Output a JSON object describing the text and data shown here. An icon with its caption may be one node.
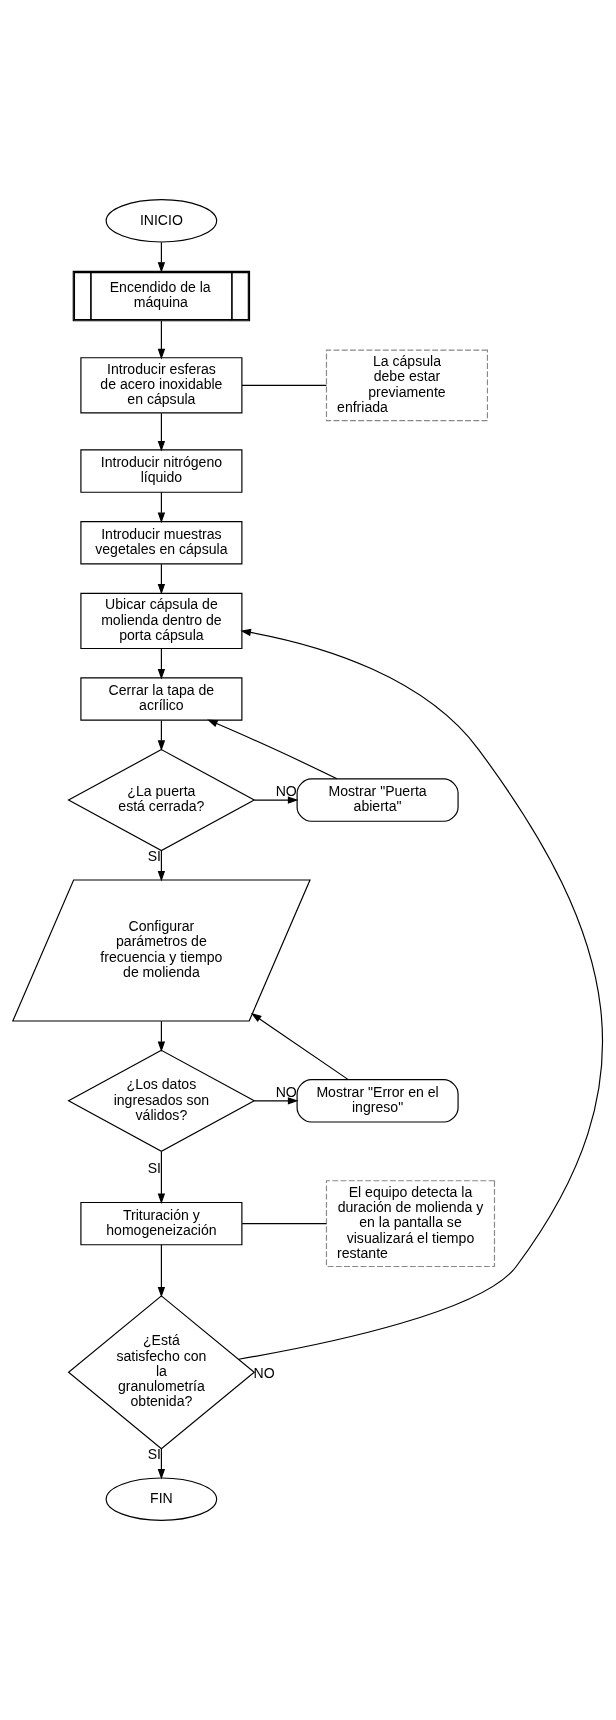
{
  "diagram": {
    "nodes": [
      {
        "text": [
          "INICIO"
        ]
      },
      {
        "text": [
          "Encendido de la máquina"
        ]
      },
      {
        "text": [
          "Introducir esferas de acero inoxidable en cápsula"
        ]
      },
      {
        "text": [
          "La cápsula debe estar previamente enfriada"
        ]
      },
      {
        "text": [
          "Introducir nitrógeno líquido"
        ]
      },
      {
        "text": [
          "Introducir muestras vegetales en cápsula"
        ]
      },
      {
        "text": [
          "Ubicar cápsula de molienda dentro de porta cápsula"
        ]
      },
      {
        "text": [
          "Cerrar la tapa de acrílico"
        ]
      },
      {
        "text": [
          "¿La puerta está cerrada?"
        ]
      },
      {
        "text": [
          "Mostrar \"Puerta abierta\""
        ]
      },
      {
        "text": [
          "Configurar parámetros de frecuencia y tiempo de molienda"
        ]
      },
      {
        "text": [
          "¿Los datos ingresados son válidos?"
        ]
      },
      {
        "text": [
          "Mostrar \"Error en el ingreso\""
        ]
      },
      {
        "text": [
          "Trituración y homogeneización"
        ]
      },
      {
        "text": [
          "El equipo detecta la duración de molienda y en la pantalla se visualizará el tiempo restante"
        ]
      },
      {
        "text": [
          "¿Está satisfecho con la granulometría obtenida?"
        ]
      },
      {
        "text": [
          "FIN"
        ]
      }
    ],
    "edges": [
      {
        "from": 0,
        "to": 1,
        "arrow": "to"
      },
      {
        "from": 1,
        "to": 2,
        "arrow": "to"
      },
      {
        "from": 2,
        "to": 3,
        "arrow": "none"
      },
      {
        "from": 2,
        "to": 4,
        "arrow": "to"
      },
      {
        "from": 4,
        "to": 5,
        "arrow": "to"
      },
      {
        "from": 5,
        "to": 6,
        "arrow": "to"
      },
      {
        "from": 6,
        "to": 7,
        "arrow": "to"
      },
      {
        "from": 7,
        "to": 8,
        "arrow": "to"
      },
      {
        "from": 8,
        "to": 9,
        "label": "NO",
        "arrow": "to"
      },
      {
        "from": 9,
        "to": 7,
        "arrow": "to"
      },
      {
        "from": 8,
        "to": 10,
        "label": "SI",
        "arrow": "to"
      },
      {
        "from": 10,
        "to": 11,
        "arrow": "to"
      },
      {
        "from": 11,
        "to": 12,
        "label": "NO",
        "arrow": "to"
      },
      {
        "from": 12,
        "to": 10,
        "arrow": "to"
      },
      {
        "from": 11,
        "to": 13,
        "label": "SI",
        "arrow": "to"
      },
      {
        "from": 13,
        "to": 14,
        "arrow": "none"
      },
      {
        "from": 13,
        "to": 15,
        "arrow": "to"
      },
      {
        "from": 15,
        "to": 6,
        "label": "NO",
        "arrow": "to"
      },
      {
        "from": 15,
        "to": 16,
        "label": "SI",
        "arrow": "to"
      }
    ]
  }
}
